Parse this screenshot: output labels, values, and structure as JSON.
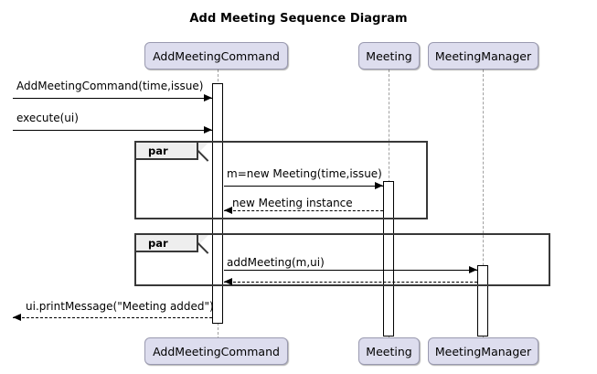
{
  "diagram": {
    "title": "Add Meeting Sequence Diagram",
    "type": "uml-sequence-diagram",
    "colors": {
      "participant_fill": "#DDDDEE",
      "participant_border": "#9a9ab0",
      "fragment_border": "#383838",
      "fragment_tab_fill": "#EEEEEE",
      "line": "#000000",
      "lifeline": "#a0a0a0",
      "background": "#ffffff"
    },
    "participants": [
      {
        "id": "addmeetingcommand",
        "label": "AddMeetingCommand"
      },
      {
        "id": "meeting",
        "label": "Meeting"
      },
      {
        "id": "meetingmanager",
        "label": "MeetingManager"
      }
    ],
    "fragments": [
      {
        "id": "par1",
        "operator": "par"
      },
      {
        "id": "par2",
        "operator": "par"
      }
    ],
    "messages": [
      {
        "id": "m1",
        "label": "AddMeetingCommand(time,issue)",
        "from": "actor",
        "to": "addmeetingcommand",
        "style": "solid",
        "direction": "right"
      },
      {
        "id": "m2",
        "label": "execute(ui)",
        "from": "actor",
        "to": "addmeetingcommand",
        "style": "solid",
        "direction": "right"
      },
      {
        "id": "m3",
        "label": "m=new Meeting(time,issue)",
        "from": "addmeetingcommand",
        "to": "meeting",
        "style": "solid",
        "direction": "right"
      },
      {
        "id": "m4",
        "label": "new Meeting instance",
        "from": "meeting",
        "to": "addmeetingcommand",
        "style": "dashed",
        "direction": "left"
      },
      {
        "id": "m5",
        "label": "addMeeting(m,ui)",
        "from": "addmeetingcommand",
        "to": "meetingmanager",
        "style": "solid",
        "direction": "right"
      },
      {
        "id": "m6",
        "label": "",
        "from": "meetingmanager",
        "to": "addmeetingcommand",
        "style": "dashed",
        "direction": "left"
      },
      {
        "id": "m7",
        "label": "ui.printMessage(\"Meeting added\")",
        "from": "addmeetingcommand",
        "to": "actor",
        "style": "dashed",
        "direction": "left"
      }
    ]
  }
}
